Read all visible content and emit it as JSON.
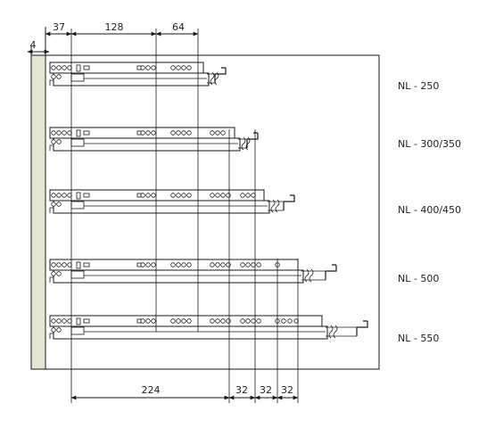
{
  "dimensions": {
    "side_offset": "4",
    "front_offset": "37",
    "spacing_a": "128",
    "spacing_b": "64",
    "bottom_a": "224",
    "bottom_b": "32",
    "bottom_c": "32",
    "bottom_d": "32"
  },
  "runners": [
    {
      "label": "NL - 250"
    },
    {
      "label": "NL - 300/350"
    },
    {
      "label": "NL - 400/450"
    },
    {
      "label": "NL - 500"
    },
    {
      "label": "NL - 550"
    }
  ],
  "colors": {
    "cabinet_side": "#e8e4d2",
    "line": "#1a1a1a",
    "panel": "#ffffff"
  }
}
